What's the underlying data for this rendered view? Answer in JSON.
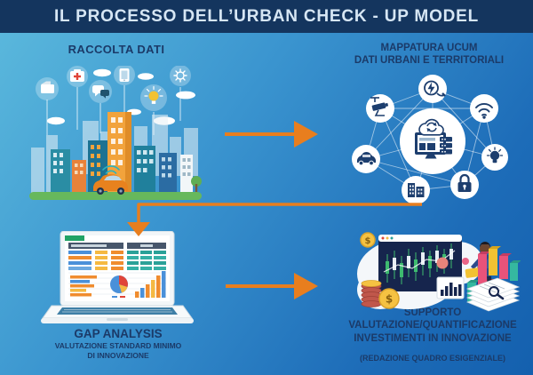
{
  "header": {
    "title": "IL PROCESSO DELL’URBAN CHECK - UP MODEL"
  },
  "colors": {
    "header_bg": "#14355e",
    "title_text": "#d6e6f4",
    "background_gradient_start": "#5cbadd",
    "background_gradient_end": "#1460ae",
    "heading_text": "#1b3a68",
    "arrow_orange": "#e87e1e"
  },
  "sections": {
    "raccolta": {
      "label": "RACCOLTA DATI",
      "illustration": "smart-city",
      "icons": [
        "first-aid-kit",
        "folder",
        "chat-bubbles",
        "smartphone",
        "lightbulb",
        "gear",
        "cloud",
        "city-buildings",
        "connected-car"
      ]
    },
    "mappatura": {
      "line1": "MAPPATURA UCUM",
      "line2": "DATI URBANI E TERRITORIALI",
      "illustration": "iot-network",
      "hub_icon": "cloud-computing-monitor",
      "node_icons": [
        "energy-plug",
        "cctv-camera",
        "wifi",
        "car",
        "lightbulb",
        "buildings",
        "padlock"
      ]
    },
    "gap": {
      "title": "GAP ANALYSIS",
      "subtitle_line1": "VALUTAZIONE STANDARD MINIMO",
      "subtitle_line2": "DI INNOVAZIONE",
      "illustration": "laptop-spreadsheet-charts"
    },
    "supporto": {
      "line1": "SUPPORTO",
      "line2": "VALUTAZIONE/QUANTIFICAZIONE",
      "line3": "INVESTIMENTI IN INNOVAZIONE",
      "note": "(REDAZIONE QUADRO ESIGENZIALE)",
      "illustration": "investment-analysis"
    }
  },
  "flow": [
    {
      "from": "raccolta-dati",
      "to": "mappatura-ucum"
    },
    {
      "from": "mappatura-ucum",
      "to": "gap-analysis"
    },
    {
      "from": "gap-analysis",
      "to": "supporto-valutazione"
    }
  ]
}
